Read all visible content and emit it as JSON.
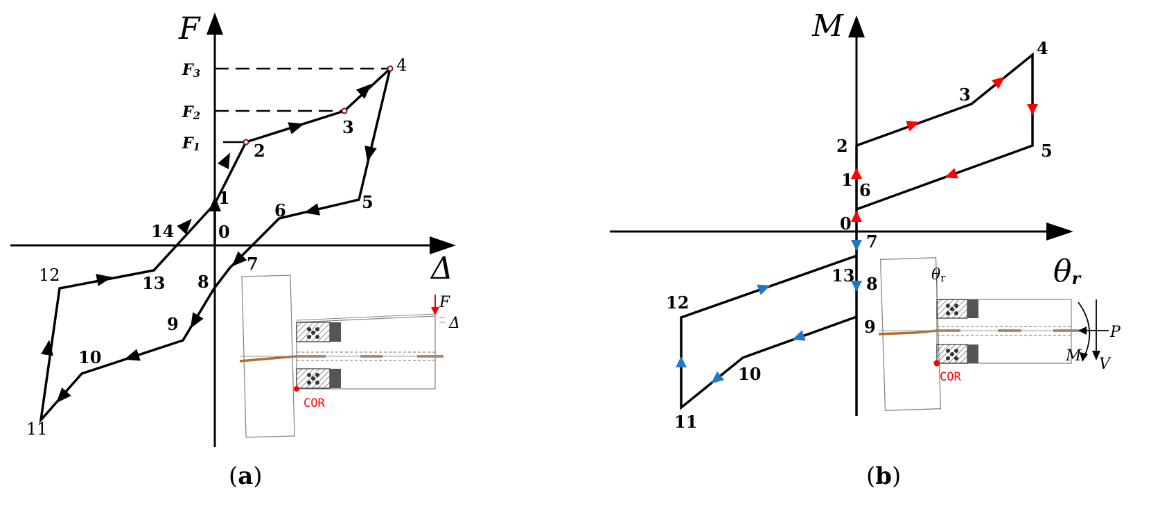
{
  "panels": {
    "a": {
      "caption": "(a)",
      "caption_letter": "a",
      "y_axis_label": "F",
      "x_axis_label": "Δ",
      "force_levels": [
        {
          "label": "F",
          "sub": "1"
        },
        {
          "label": "F",
          "sub": "2"
        },
        {
          "label": "F",
          "sub": "3"
        }
      ],
      "point_labels": [
        "0",
        "1",
        "2",
        "3",
        "4",
        "5",
        "6",
        "7",
        "8",
        "9",
        "10",
        "11",
        "12",
        "13",
        "14"
      ],
      "inset": {
        "force_label": "F",
        "disp_label": "Δ",
        "cor_label": "COR"
      }
    },
    "b": {
      "caption": "(b)",
      "caption_letter": "b",
      "y_axis_label": "M",
      "x_axis_label": "θ",
      "x_axis_sub": "r",
      "point_labels": [
        "0",
        "1",
        "2",
        "3",
        "4",
        "5",
        "6",
        "7",
        "8",
        "9",
        "10",
        "11",
        "12",
        "13"
      ],
      "inset": {
        "rot_label": "θ",
        "rot_sub": "r",
        "p_label": "P",
        "m_label": "M",
        "v_label": "V",
        "cor_label": "COR"
      }
    }
  },
  "colors": {
    "curve": "#000000",
    "arrow_loading": "#ff0000",
    "arrow_reverse": "#1f78c8",
    "tendon": "#c07a30",
    "cor": "#ff0000"
  }
}
